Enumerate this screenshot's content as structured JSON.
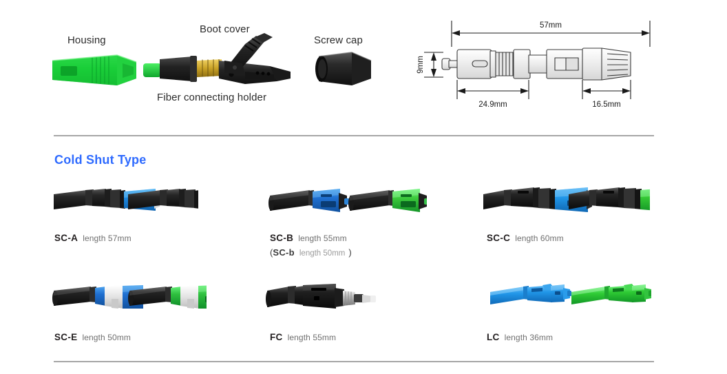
{
  "top_section": {
    "labels": [
      {
        "name": "housing",
        "text": "Housing"
      },
      {
        "name": "boot-cover",
        "text": "Boot cover"
      },
      {
        "name": "screw-cap",
        "text": "Screw cap"
      },
      {
        "name": "fiber-connecting-holder",
        "text": "Fiber connecting holder"
      }
    ]
  },
  "tech_drawing": {
    "total_length": "57mm",
    "height": "9mm",
    "front_length": "24.9mm",
    "rear_length": "16.5mm"
  },
  "section": {
    "heading": "Cold Shut Type"
  },
  "products": [
    {
      "code": "SC-A",
      "length": "length 57mm",
      "variant": null,
      "colors": [
        "#1f8ae0",
        "#2fbf3f"
      ],
      "style": "ribbed-boot"
    },
    {
      "code": "SC-B",
      "length": "length 55mm",
      "variant": {
        "open_paren": "(",
        "code": "SC-b",
        "length": "length 50mm",
        "close_paren": ")"
      },
      "colors": [
        "#1f6fd0",
        "#3cc93c"
      ],
      "style": "smooth-boot"
    },
    {
      "code": "SC-C",
      "length": "length 60mm",
      "variant": null,
      "colors": [
        "#2196e8",
        "#35c935"
      ],
      "style": "long-boot"
    },
    {
      "code": "SC-E",
      "length": "length 50mm",
      "variant": null,
      "colors": [
        "#1f6fd0",
        "#2fbf3f"
      ],
      "style": "white-mid"
    },
    {
      "code": "FC",
      "length": "length 55mm",
      "variant": null,
      "colors": [
        "#2a2a2a"
      ],
      "style": "fc-metal"
    },
    {
      "code": "LC",
      "length": "length 36mm",
      "variant": null,
      "colors": [
        "#2196e8",
        "#2fcb35"
      ],
      "style": "lc-slim"
    }
  ],
  "colors": {
    "heading_blue": "#2f6bff",
    "divider_gray": "#a6a6a6",
    "label_dark": "#2b2b2b",
    "length_gray": "#6f6f6f"
  }
}
